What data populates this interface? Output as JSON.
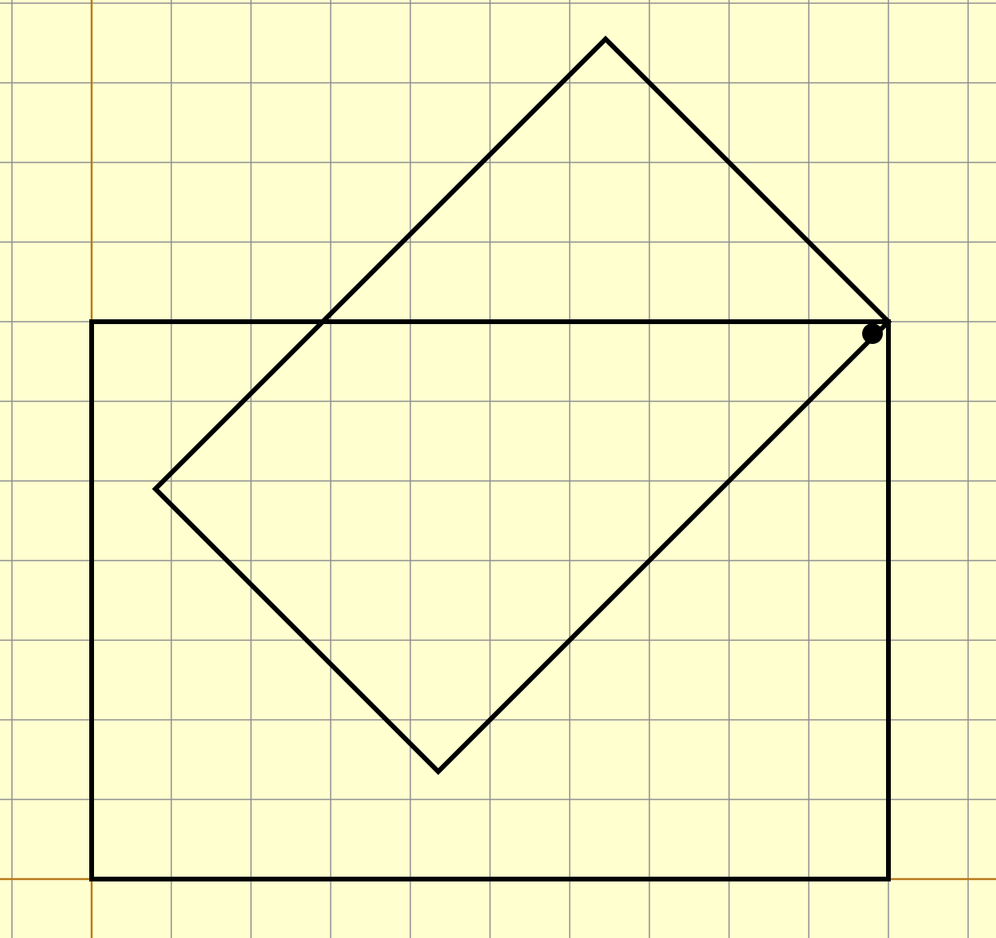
{
  "colors": {
    "background": "#ffffd0",
    "grid": "#8f8f8f",
    "axis": "#b87a1a",
    "shape": "#000000"
  },
  "grid": {
    "visible": true,
    "spacing_units": 1
  },
  "axes": {
    "visible": true
  },
  "shapes": [
    {
      "name": "rectangle",
      "vertices": [
        [
          0,
          0
        ],
        [
          10,
          0
        ],
        [
          10,
          7
        ],
        [
          0,
          7
        ]
      ]
    },
    {
      "name": "rotated-rectangle",
      "vertices": [
        [
          10,
          7
        ],
        [
          6.45,
          10.55
        ],
        [
          0.8,
          4.9
        ],
        [
          4.35,
          1.35
        ]
      ]
    }
  ],
  "marker": {
    "name": "vertex-handle",
    "point": [
      9.8,
      6.85
    ]
  }
}
